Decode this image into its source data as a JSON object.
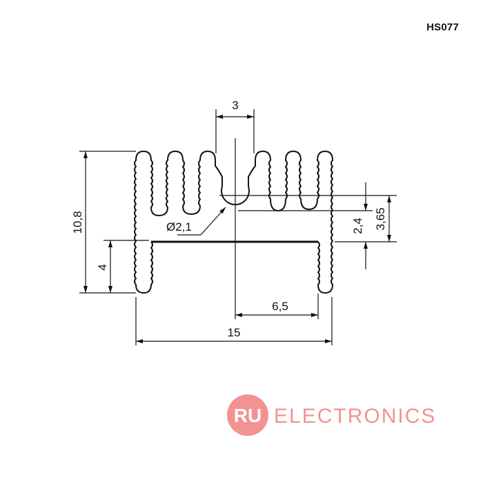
{
  "part_code": "HS077",
  "dimensions": {
    "top_width": "3",
    "total_height": "10,8",
    "base_height": "4",
    "hole_diameter": "Ø2,1",
    "half_base": "6,5",
    "total_width": "15",
    "fin_offset": "2,4",
    "fin_offset_total": "3,65"
  },
  "watermark": {
    "badge": "RU",
    "text": "ELECTRONICS",
    "color": "#f08080"
  },
  "colors": {
    "line": "#111111",
    "background": "#ffffff"
  }
}
